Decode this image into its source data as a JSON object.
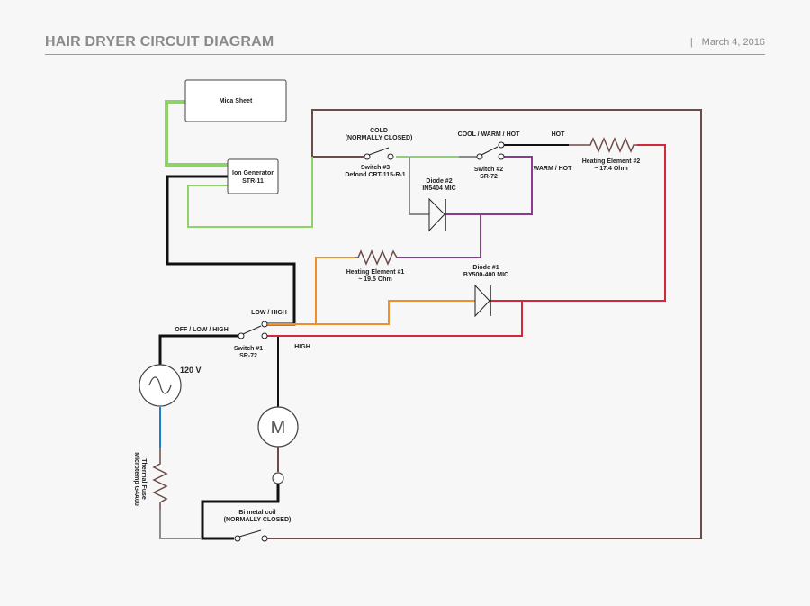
{
  "header": {
    "title": "HAIR DRYER CIRCUIT DIAGRAM",
    "separator": "|",
    "date": "March 4, 2016"
  },
  "components": {
    "mica_sheet": "Mica Sheet",
    "ion_generator": [
      "Ion Generator",
      "STR-11"
    ],
    "switch3": {
      "top": [
        "COLD",
        "(NORMALLY CLOSED)"
      ],
      "bottom": [
        "Switch #3",
        "Defond CRT-115-R-1"
      ]
    },
    "switch2": {
      "top": "COOL / WARM / HOT",
      "bottom": [
        "Switch #2",
        "SR-72"
      ],
      "hot": "HOT",
      "warm_hot": "WARM / HOT"
    },
    "heating2": [
      "Heating Element #2",
      "~ 17.4 Ohm"
    ],
    "diode2": [
      "Diode #2",
      "IN5404 MIC"
    ],
    "heating1": [
      "Heating Element #1",
      "~ 19.5 Ohm"
    ],
    "diode1": [
      "Diode #1",
      "BY500-400 MIC"
    ],
    "low_high": "LOW / HIGH",
    "off_low_high": "OFF / LOW / HIGH",
    "switch1": [
      "Switch #1",
      "SR-72"
    ],
    "high": "HIGH",
    "source": "120 V",
    "motor": "M",
    "thermal_fuse": [
      "Thermal Fuse",
      "Microtemp G4A00"
    ],
    "bimetal": [
      "Bi metal coil",
      "(NORMALLY CLOSED)"
    ]
  },
  "colors": {
    "brown": "#6b4c48",
    "green": "#8fd16a",
    "black": "#111111",
    "orange": "#f0902a",
    "purple": "#8a3b8e",
    "red": "#d3283a",
    "gray": "#8c8c8c",
    "blue": "#1e7fc6"
  }
}
